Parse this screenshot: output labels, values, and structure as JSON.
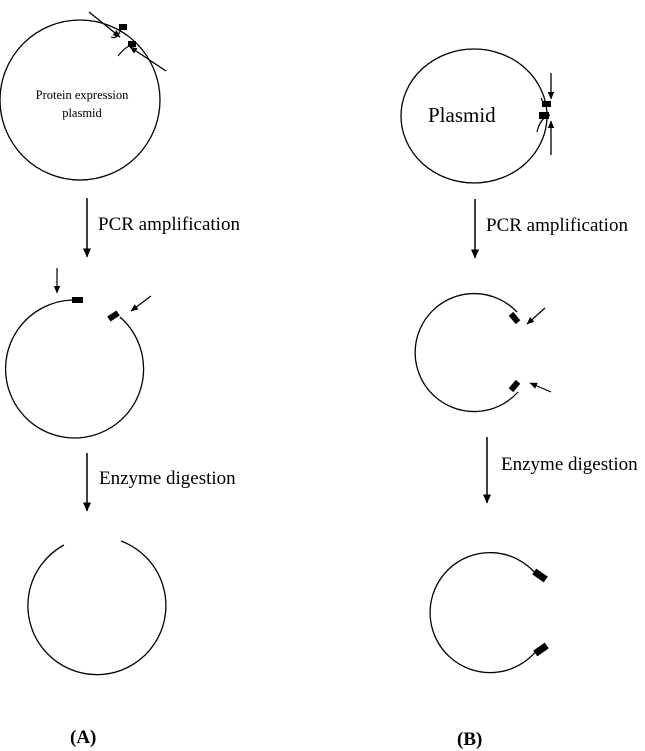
{
  "panel_a": {
    "plasmid_label_line1": "Protein expression",
    "plasmid_label_line2": "plasmid",
    "step1_label": "PCR amplification",
    "step2_label": "Enzyme digestion",
    "panel_label": "(A)"
  },
  "panel_b": {
    "plasmid_label": "Plasmid",
    "step1_label": "PCR amplification",
    "step2_label": "Enzyme digestion",
    "panel_label": "(B)"
  },
  "colors": {
    "ink": "#000000",
    "background": "#ffffff"
  }
}
